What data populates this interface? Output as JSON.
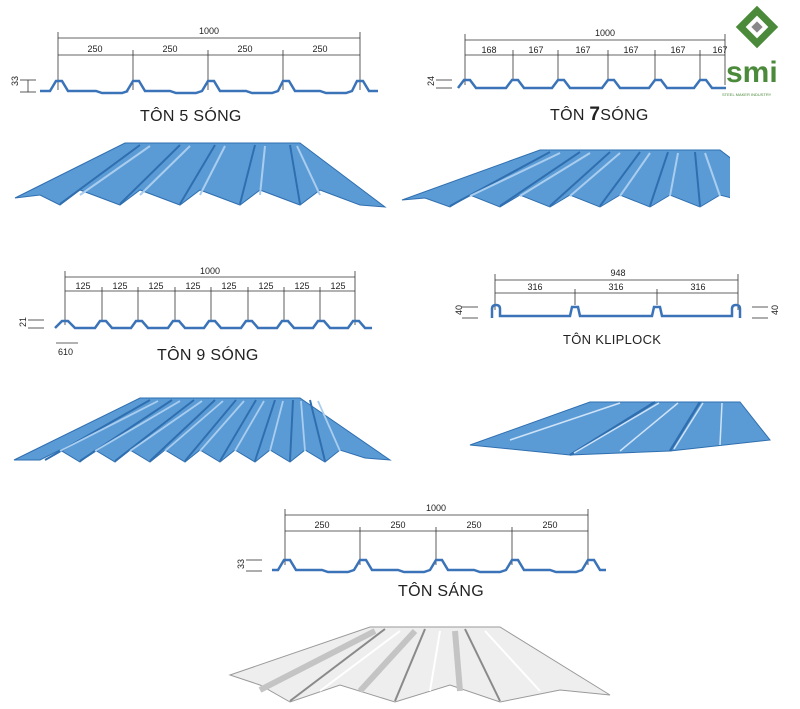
{
  "brand": {
    "name": "smi",
    "tagline": "STEEL MAKER INDUSTRY",
    "color": "#4a8a3a"
  },
  "colors": {
    "sheet_blue": "#5b9bd5",
    "sheet_blue_dark": "#2f6fb0",
    "profile": "#3b73b9",
    "clear_sheet": "#e8e8e8"
  },
  "profiles": [
    {
      "id": "ton5",
      "title": "TÔN 5 SÓNG",
      "total": "1000",
      "segments": [
        "250",
        "250",
        "250",
        "250"
      ],
      "height": "33"
    },
    {
      "id": "ton7",
      "title_prefix": "TÔN ",
      "title_number": "7",
      "title_suffix": "SÓNG",
      "total": "1000",
      "segments": [
        "168",
        "167",
        "167",
        "167",
        "167",
        "167"
      ],
      "height": "24"
    },
    {
      "id": "ton9",
      "title": "TÔN 9 SÓNG",
      "total": "1000",
      "segments": [
        "125",
        "125",
        "125",
        "125",
        "125",
        "125",
        "125",
        "125"
      ],
      "height": "21",
      "pitch_note": "610"
    },
    {
      "id": "kliplock",
      "title": "TÔN KLIPLOCK",
      "total": "948",
      "segments": [
        "316",
        "316",
        "316"
      ],
      "height_left": "40",
      "height_right": "40"
    },
    {
      "id": "tonsang",
      "title": "TÔN SÁNG",
      "total": "1000",
      "segments": [
        "250",
        "250",
        "250",
        "250"
      ],
      "height": "33"
    }
  ]
}
